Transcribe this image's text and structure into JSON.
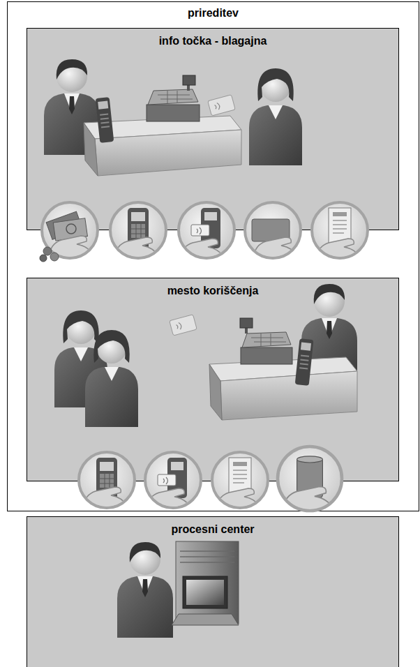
{
  "diagram": {
    "nodes": [
      {
        "text": [
          "prireditev"
        ]
      },
      {
        "text": [
          "info točka - blagajna"
        ],
        "in": 0
      },
      {
        "text": [
          "mesto koriščenja"
        ],
        "in": 0
      },
      {
        "text": [
          "procesni center"
        ]
      }
    ]
  }
}
